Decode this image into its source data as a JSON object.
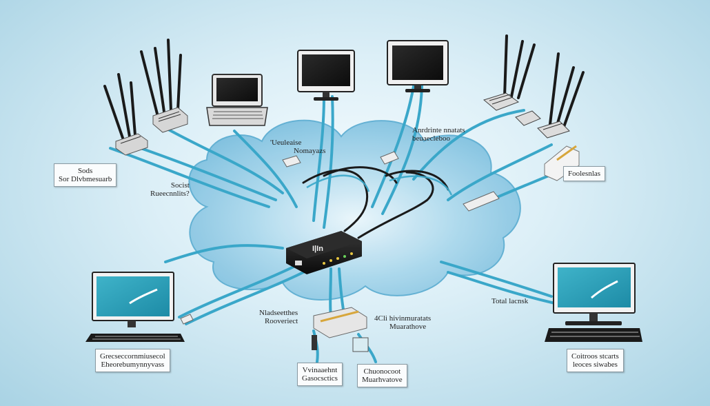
{
  "colors": {
    "background_center": "#f4fbfe",
    "background_edge": "#a9d3e4",
    "cloud": "#8cc6e2",
    "cable": "#3aa7c9",
    "screen": "#2a9bb5",
    "router": "#1c1c1c"
  },
  "hub": {
    "label": "I|In",
    "icon": "router-icon"
  },
  "labels": {
    "top_left_box": [
      "Sods",
      "Sor Dlvbmesuarb"
    ],
    "left_mid": [
      "Socist",
      "Rueecnnlits?"
    ],
    "top_center_left": [
      "'Ueuleaise",
      "Nomayazs"
    ],
    "top_center_right": [
      "Anrdrinte nnatats",
      "beuaecleboo"
    ],
    "right_box": [
      "Foolesnlas"
    ],
    "right_mid": [
      "Total lacnsk"
    ],
    "bottom_center_left": [
      "Nladseetthes",
      "Rooveriect"
    ],
    "bottom_center_right": [
      "4Cli hivinmuratats",
      "Muarathove"
    ],
    "bottom_left_box": [
      "Grecseccornmiusecol",
      "Eheorebumynnyvass"
    ],
    "bottom_box_a": [
      "Vvinaaehnt",
      "Gasocsctics"
    ],
    "bottom_box_b": [
      "Chuonocoot",
      "Muarhvatove"
    ],
    "bottom_right_box": [
      "Coitroos stcarts",
      "leoces siwabes"
    ]
  }
}
